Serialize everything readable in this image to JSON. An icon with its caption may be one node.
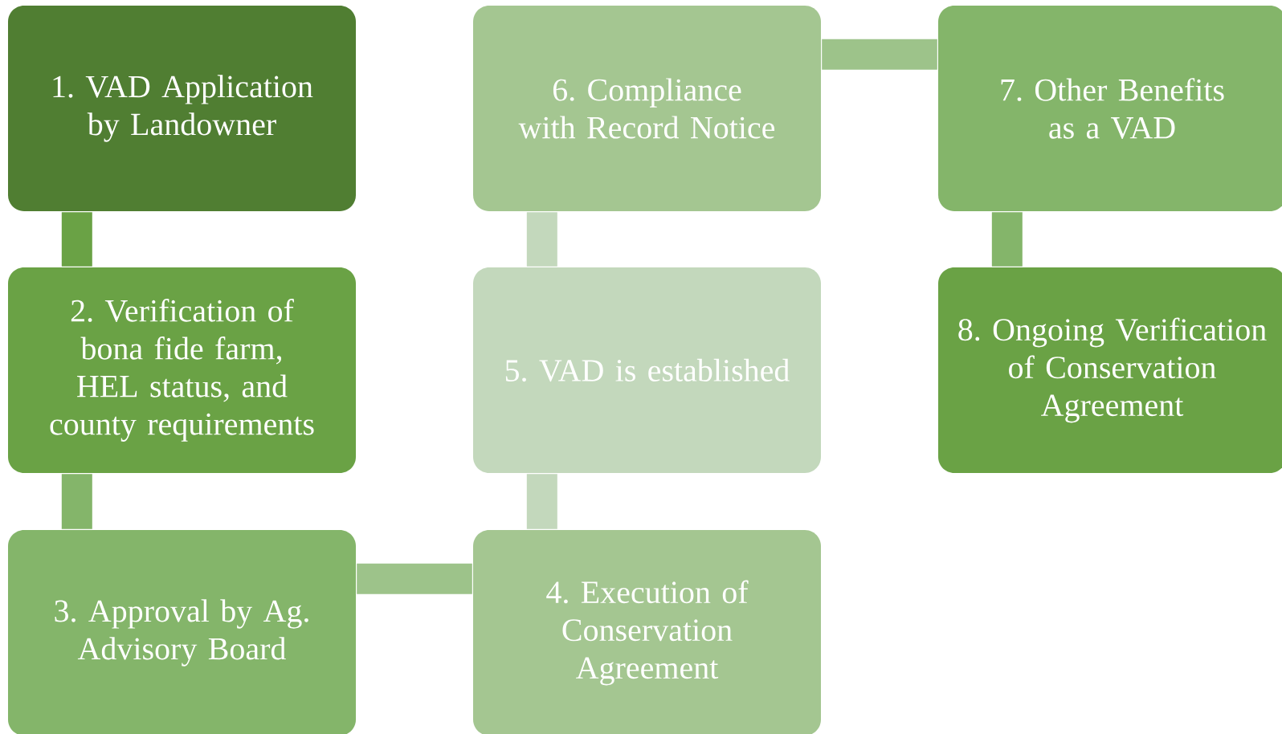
{
  "diagram": {
    "nodes": [
      {
        "text": [
          "1. VAD Application by Landowner"
        ]
      },
      {
        "text": [
          "2. Verification of bona fide farm, HEL status, and county requirements"
        ]
      },
      {
        "text": [
          "3. Approval by Ag. Advisory Board"
        ]
      },
      {
        "text": [
          "4. Execution of Conservation Agreement"
        ]
      },
      {
        "text": [
          "5. VAD is established"
        ]
      },
      {
        "text": [
          "6. Compliance with Record Notice"
        ]
      },
      {
        "text": [
          "7. Other Benefits as a VAD"
        ]
      },
      {
        "text": [
          "8. Ongoing Verification of Conservation Agreement"
        ]
      }
    ],
    "edges": [
      {
        "from": 0,
        "to": 1,
        "arrow": "none",
        "color": "#6aa245"
      },
      {
        "from": 1,
        "to": 2,
        "arrow": "none",
        "color": "#84b56a"
      },
      {
        "from": 2,
        "to": 3,
        "arrow": "none",
        "color": "#9dc38a"
      },
      {
        "from": 3,
        "to": 4,
        "arrow": "none",
        "color": "#c3d8bc"
      },
      {
        "from": 4,
        "to": 5,
        "arrow": "none",
        "color": "#c3d8bc"
      },
      {
        "from": 5,
        "to": 6,
        "arrow": "none",
        "color": "#9dc38a"
      },
      {
        "from": 6,
        "to": 7,
        "arrow": "none",
        "color": "#84b56a"
      }
    ]
  }
}
